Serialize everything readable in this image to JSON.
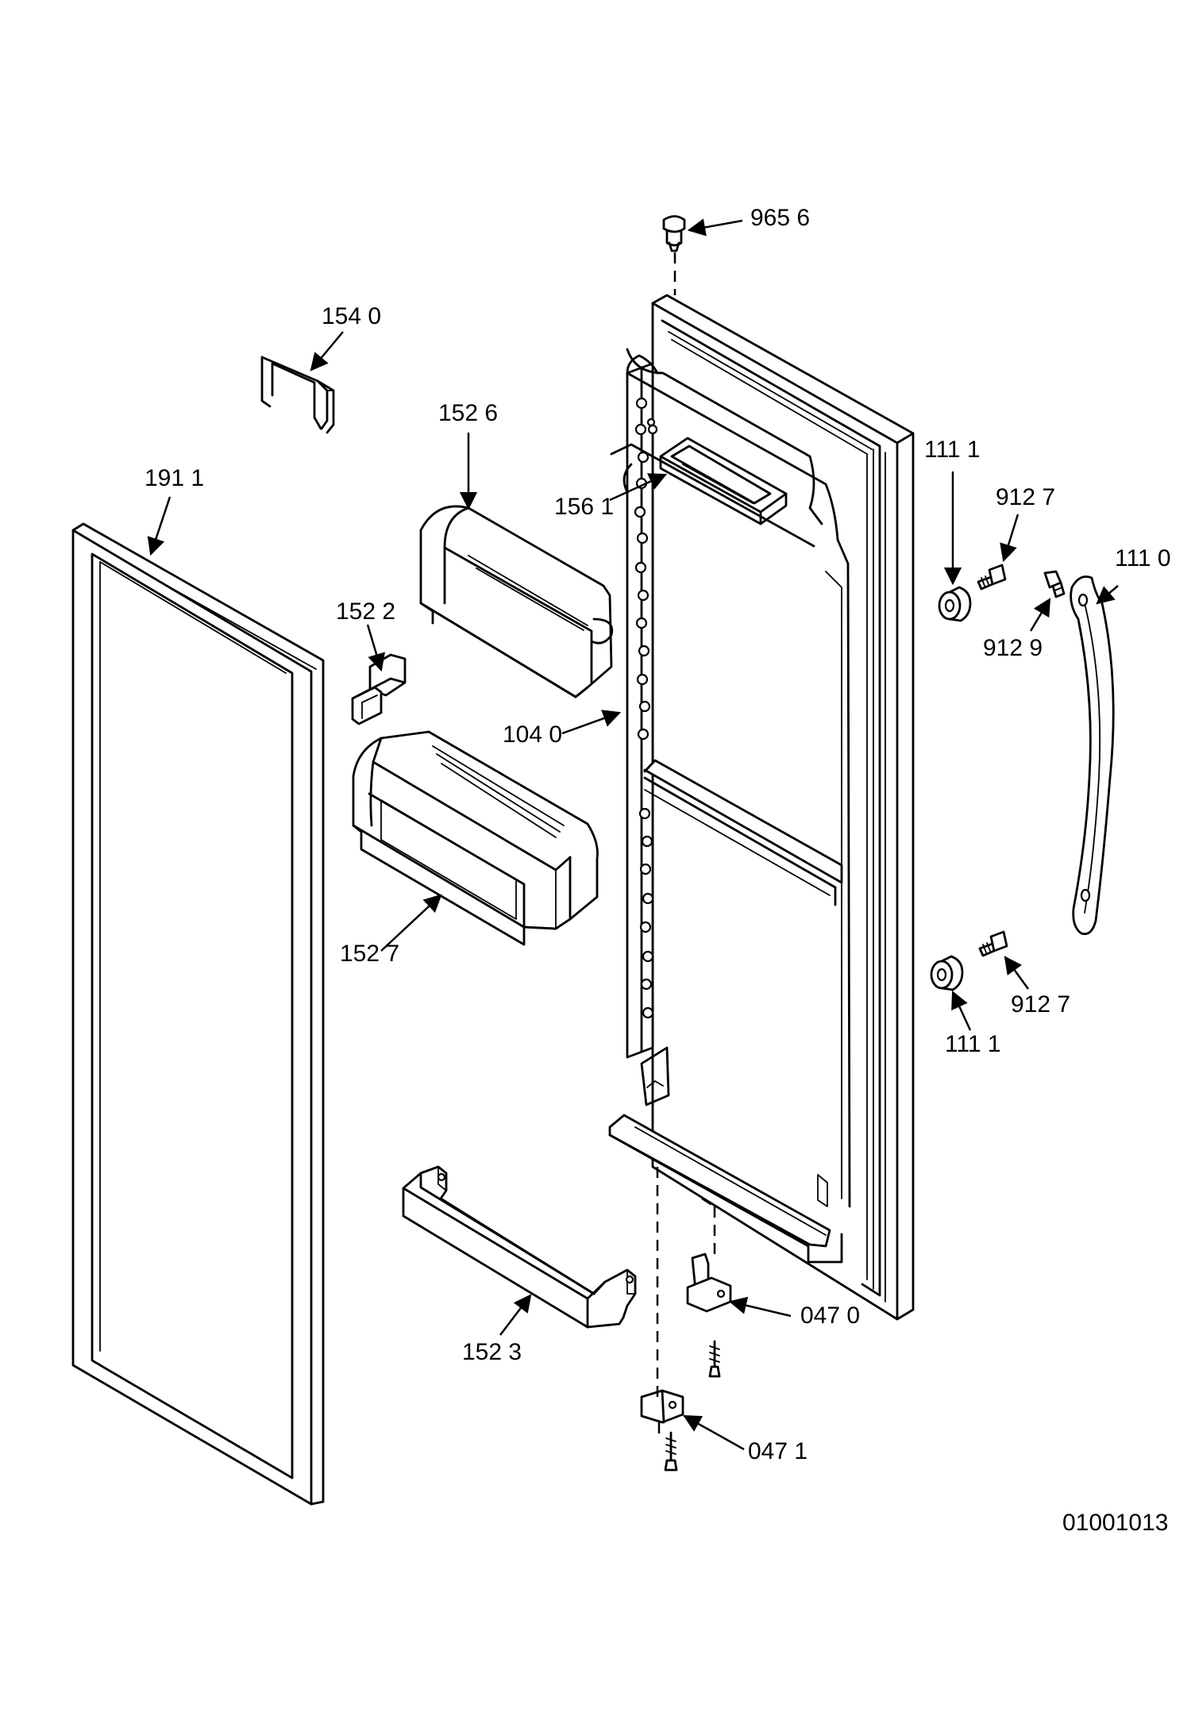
{
  "callouts": {
    "p9656": "965 6",
    "p1540": "154 0",
    "p1526": "152 6",
    "p1561": "156 1",
    "p1911": "191 1",
    "p1522": "152 2",
    "p1040": "104 0",
    "p1527": "152 7",
    "p1111_top": "111 1",
    "p9127_top": "912 7",
    "p1110": "111 0",
    "p9129": "912 9",
    "p9127_bottom": "912 7",
    "p1111_bottom": "111 1",
    "p0470": "047 0",
    "p1523": "152 3",
    "p0471": "047 1"
  },
  "drawing_id": "01001013"
}
